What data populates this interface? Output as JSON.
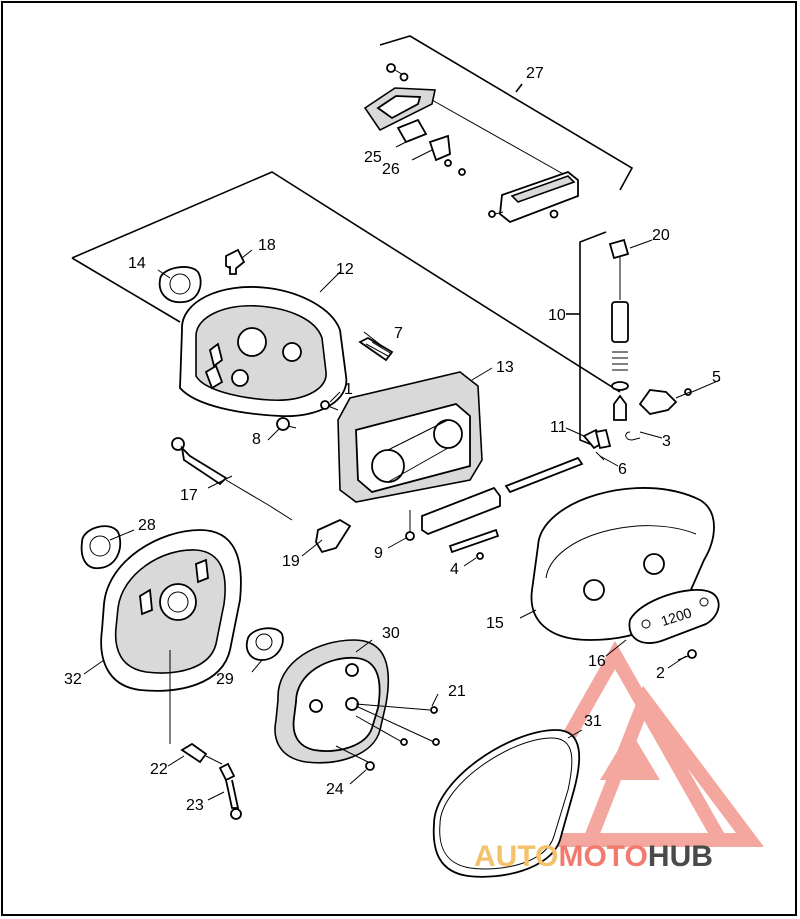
{
  "diagram": {
    "callouts": [
      "1",
      "2",
      "3",
      "4",
      "5",
      "6",
      "7",
      "8",
      "9",
      "10",
      "11",
      "12",
      "13",
      "14",
      "15",
      "16",
      "17",
      "18",
      "19",
      "20",
      "21",
      "22",
      "23",
      "24",
      "25",
      "26",
      "27",
      "28",
      "29",
      "30",
      "31",
      "32"
    ],
    "plate_text": "1200"
  },
  "watermark": {
    "part1": "AUTO",
    "part2": "MOTO",
    "part3": "HUB",
    "color1": "#f4c26a",
    "color2": "#f27a6e",
    "color3": "#4a4a4a"
  }
}
